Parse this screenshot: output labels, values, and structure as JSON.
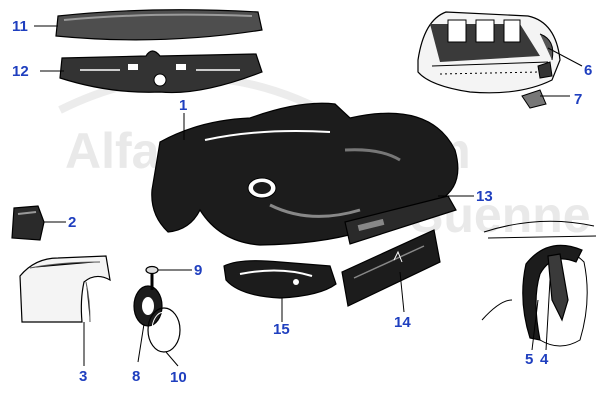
{
  "watermark": {
    "line1": "Alfa-Service.com",
    "line2": "Suenne",
    "color": "#e9e9e9"
  },
  "label_color": "#1f3fbf",
  "callouts": [
    "1",
    "2",
    "3",
    "4",
    "5",
    "6",
    "7",
    "8",
    "9",
    "10",
    "11",
    "12",
    "13",
    "14",
    "15"
  ]
}
